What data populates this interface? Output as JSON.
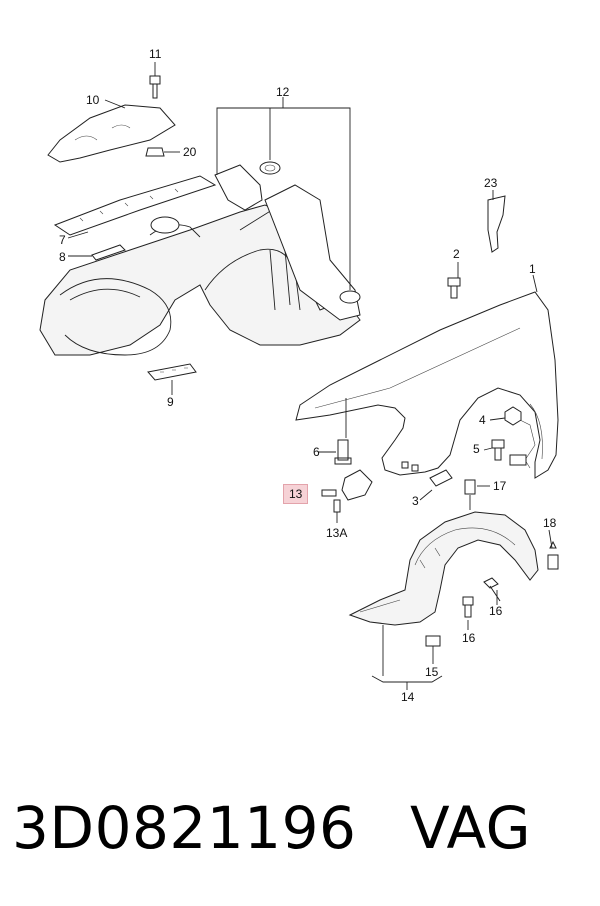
{
  "callouts": {
    "c1": "1",
    "c2": "2",
    "c3": "3",
    "c4": "4",
    "c5": "5",
    "c6": "6",
    "c7": "7",
    "c8": "8",
    "c9": "9",
    "c10": "10",
    "c11": "11",
    "c12": "12",
    "c13": "13",
    "c13a": "13A",
    "c14": "14",
    "c15": "15",
    "c16a": "16",
    "c16b": "16",
    "c17": "17",
    "c18": "18",
    "c20": "20",
    "c23": "23"
  },
  "highlight_color": "#f6d2d6",
  "footer": {
    "part_number": "3D0821196",
    "brand": "VAG"
  }
}
